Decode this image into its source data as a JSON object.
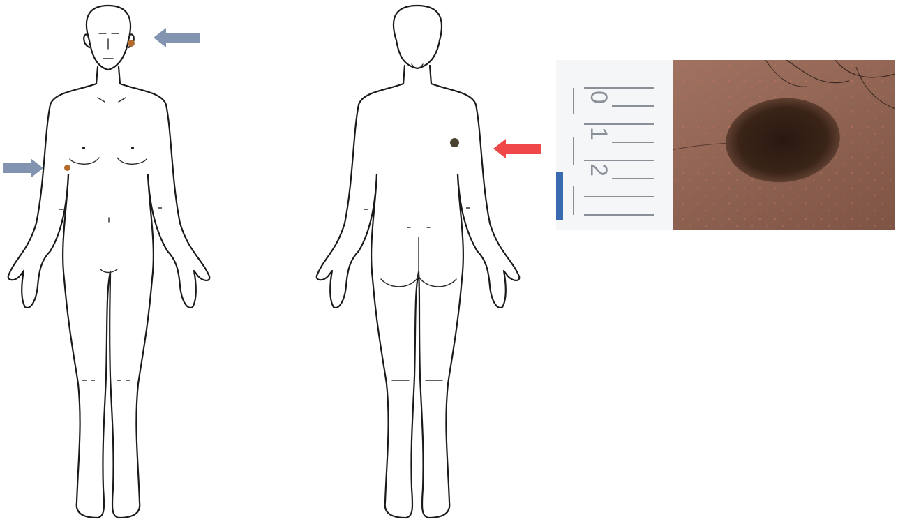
{
  "colors": {
    "background": "#ffffff",
    "outline": "#1a1a1a",
    "arrow_blue": "#8294b0",
    "arrow_red": "#f04848",
    "marker_brown": "#b36a2a",
    "marker_dark": "#4a4330",
    "skin": "#9a6a58",
    "lesion": "#3a2418",
    "ruler_paper": "#f4f6f8",
    "ruler_text": "#8a9098"
  },
  "markers": [
    {
      "name": "marker-front-cheek",
      "color": "marker_brown"
    },
    {
      "name": "marker-front-breast",
      "color": "marker_brown"
    },
    {
      "name": "marker-back-shoulder",
      "color": "marker_dark"
    }
  ],
  "arrows": [
    {
      "name": "arrow-front-cheek",
      "direction": "left",
      "color": "arrow_blue"
    },
    {
      "name": "arrow-front-breast",
      "direction": "right",
      "color": "arrow_blue"
    },
    {
      "name": "arrow-back-shoulder",
      "direction": "left",
      "color": "arrow_red"
    }
  ],
  "photo": {
    "ruler": {
      "labels": [
        "0",
        "1",
        "2"
      ]
    }
  }
}
